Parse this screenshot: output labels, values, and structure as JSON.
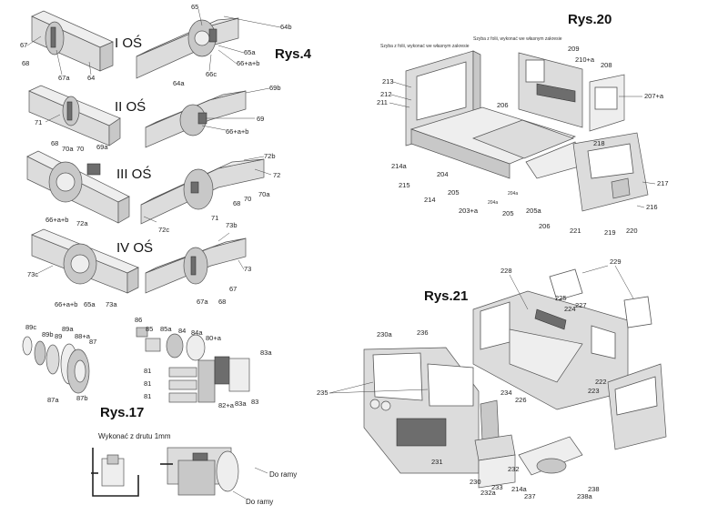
{
  "figure_titles": {
    "rys4": "Rys.4",
    "rys17": "Rys.17",
    "rys20": "Rys.20",
    "rys21": "Rys.21"
  },
  "axle_titles": [
    "I OŚ",
    "II OŚ",
    "III OŚ",
    "IV OŚ"
  ],
  "notes": {
    "wire": "Wykonać z drutu 1mm",
    "frame_1": "Do ramy",
    "frame_2": "Do ramy",
    "foil_1": "Szyba z folii, wykonać we własnym zakresie",
    "foil_2": "Szyba z folii, wykonać we własnym zakresie"
  },
  "rys4_labels": {
    "l65": "65",
    "l64b": "64b",
    "l67": "67",
    "l68": "68",
    "l67a": "67a",
    "l64": "64",
    "l65a": "65a",
    "l66ab": "66+a+b",
    "l64a": "64a",
    "l66c": "66c",
    "l69b": "69b",
    "l71": "71",
    "l68b": "68",
    "l70a": "70a",
    "l70": "70",
    "l69a": "69a",
    "l66ab2": "66+a+b",
    "l69": "69",
    "l72b": "72b",
    "l72": "72",
    "l70a2": "70a",
    "l70b": "70",
    "l68c": "68",
    "l71b": "71",
    "l66ab3": "66+a+b",
    "l72a": "72a",
    "l72c": "72c",
    "l73b": "73b",
    "l73": "73",
    "l73c": "73c",
    "l66ab4": "66+a+b",
    "l65a2": "65a",
    "l73a": "73a",
    "l67b": "67",
    "l67a2": "67a",
    "l68d": "68"
  },
  "rys17_labels": {
    "l89c": "89c",
    "l89b": "89b",
    "l89": "89",
    "l89a": "89a",
    "l88a": "88+a",
    "l87": "87",
    "l87a": "87a",
    "l87b": "87b",
    "l86": "86",
    "l85": "85",
    "l85a": "85a",
    "l84": "84",
    "l84a": "84a",
    "l80a": "80+a",
    "l83a": "83a",
    "l81a": "81",
    "l81b": "81",
    "l81c": "81",
    "l82a": "82+a",
    "l83a2": "83a",
    "l83": "83"
  },
  "rys20_labels": {
    "l213": "213",
    "l212": "212",
    "l211": "211",
    "l214a": "214a",
    "l215": "215",
    "l204": "204",
    "l214": "214",
    "l205": "205",
    "l203a": "203+a",
    "l204a": "204a",
    "l204a2": "204a",
    "l205b": "205",
    "l205a": "205a",
    "l206": "206",
    "l206b": "206",
    "l209": "209",
    "l210a": "210+a",
    "l208": "208",
    "l207a": "207+a",
    "l218": "218",
    "l217": "217",
    "l216": "216",
    "l221": "221",
    "l219": "219",
    "l220": "220"
  },
  "rys21_labels": {
    "l228": "228",
    "l229": "229",
    "l225": "225",
    "l224": "224",
    "l227": "227",
    "l230a": "230a",
    "l236": "236",
    "l235": "235",
    "l222": "222",
    "l223": "223",
    "l226": "226",
    "l234": "234",
    "l231": "231",
    "l230": "230",
    "l233": "233",
    "l232": "232",
    "l232a": "232a",
    "l214a": "214a",
    "l237": "237",
    "l238": "238",
    "l238a": "238a"
  }
}
